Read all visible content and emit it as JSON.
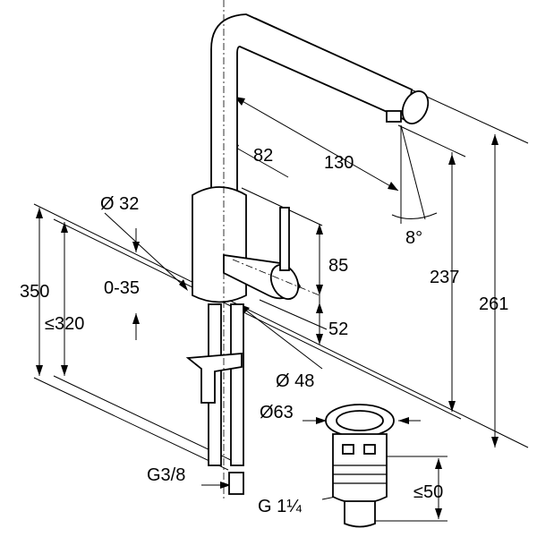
{
  "title": "Faucet dimension drawing",
  "labels": {
    "spout_reach": "82",
    "spout_length": "130",
    "body_diameter": "Ø 32",
    "spout_angle": "8°",
    "handle_height": "85",
    "spout_height": "237",
    "total_height": "261",
    "hose_length": "350",
    "deck_thickness": "0-35",
    "max_hose": "≤320",
    "base_height": "52",
    "base_diameter": "Ø 48",
    "drain_diameter": "Ø63",
    "connection": "G3/8",
    "drain_stroke": "≤50",
    "drain_thread": "G 1¼"
  }
}
